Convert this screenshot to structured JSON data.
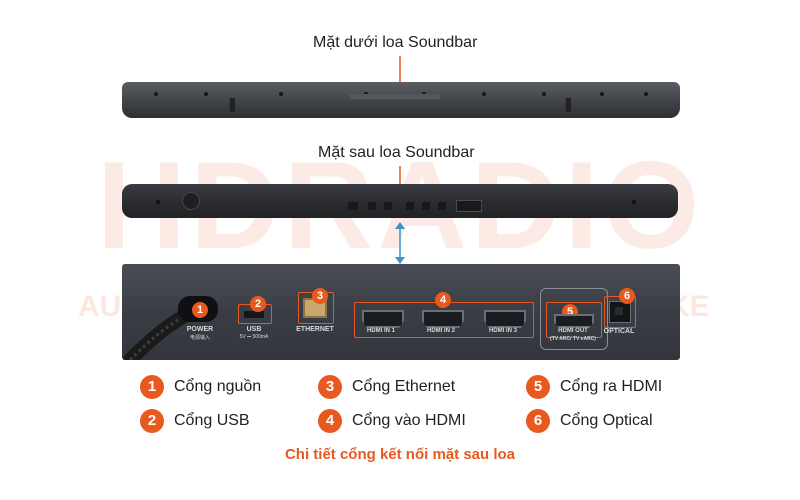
{
  "watermark": {
    "brand": "HDRADIO",
    "sub_left": "AUDIO",
    "sub_right": "KE"
  },
  "captions": {
    "bottom_view": "Mặt dưới loa Soundbar",
    "back_view": "Mặt sau loa Soundbar"
  },
  "ports": [
    {
      "number": "1",
      "label": "POWER",
      "sublabel": "电源输入"
    },
    {
      "number": "2",
      "label": "USB",
      "sublabel": "5V ⎓ 500mA"
    },
    {
      "number": "3",
      "label": "ETHERNET"
    },
    {
      "number": "4",
      "label_a": "HDMI IN 1",
      "label_b": "HDMI IN 2",
      "label_c": "HDMI IN 3"
    },
    {
      "number": "5",
      "label": "HDMI OUT",
      "sublabel": "(TV ARC/ TV eARC)"
    },
    {
      "number": "6",
      "label": "OPTICAL"
    }
  ],
  "legend": [
    {
      "number": "1",
      "text": "Cổng nguồn"
    },
    {
      "number": "2",
      "text": "Cổng USB"
    },
    {
      "number": "3",
      "text": "Cổng Ethernet"
    },
    {
      "number": "4",
      "text": "Cổng vào HDMI"
    },
    {
      "number": "5",
      "text": "Cổng ra HDMI"
    },
    {
      "number": "6",
      "text": "Cổng Optical"
    }
  ],
  "footer": "Chi tiết cổng kết nối mặt sau loa",
  "colors": {
    "accent": "#e8591f",
    "arrow": "#3a93c9",
    "device": "#2e3034"
  }
}
